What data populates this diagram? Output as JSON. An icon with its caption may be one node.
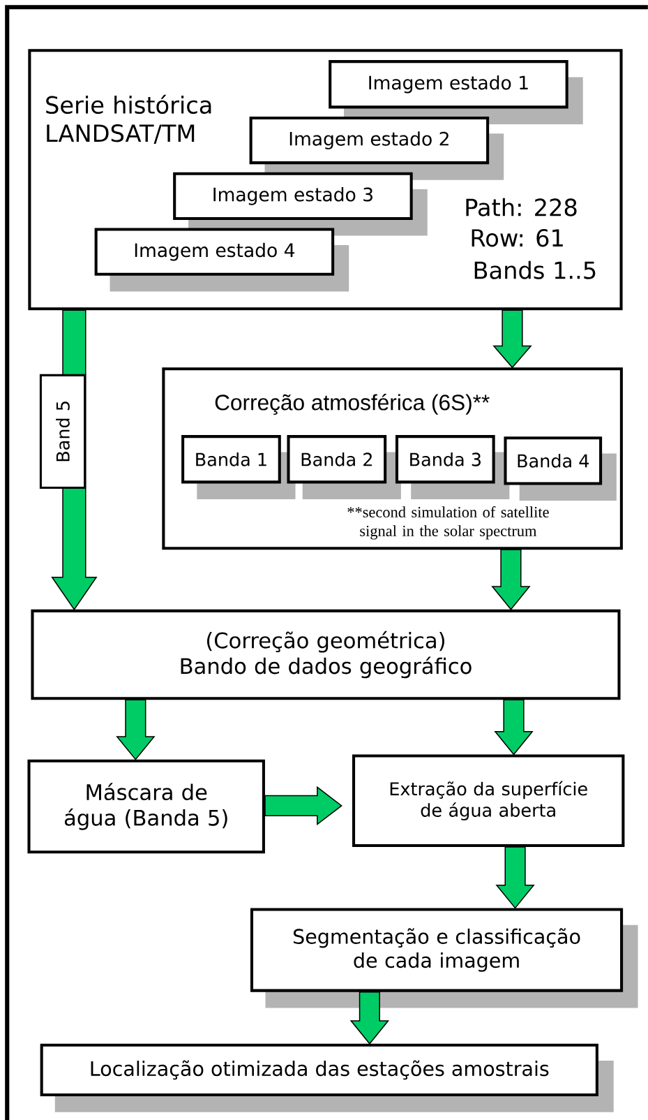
{
  "diagram": {
    "nodes": [
      {
        "text": [
          "Serie histórica LANDSAT/TM",
          "Path: 228",
          "Row:   61",
          "Bands 1..5"
        ]
      },
      {
        "text": [
          "Imagem estado 1"
        ],
        "in": 0
      },
      {
        "text": [
          "Imagem estado 2"
        ],
        "in": 0
      },
      {
        "text": [
          "Imagem estado 3"
        ],
        "in": 0
      },
      {
        "text": [
          "Imagem estado 4"
        ],
        "in": 0
      },
      {
        "text": [
          "Correção atmosférica (6S)**",
          "**second simulation of satellite signal in the solar spectrum"
        ]
      },
      {
        "text": [
          "Banda 1"
        ],
        "in": 5
      },
      {
        "text": [
          "Banda 2"
        ],
        "in": 5
      },
      {
        "text": [
          "Banda 3"
        ],
        "in": 5
      },
      {
        "text": [
          "Banda 4"
        ],
        "in": 5
      },
      {
        "text": [
          "(Correção geométrica) Bando de dados geográfico"
        ]
      },
      {
        "text": [
          "Máscara de água (Banda 5)"
        ]
      },
      {
        "text": [
          "Extração da superfície de água aberta"
        ]
      },
      {
        "text": [
          "Segmentação e classificação de cada imagem"
        ]
      },
      {
        "text": [
          "Localização otimizada das estações amostrais"
        ]
      }
    ],
    "edges": [
      {
        "from": 0,
        "to": 5,
        "arrow": "to"
      },
      {
        "from": 0,
        "to": 10,
        "arrow": "to",
        "label": "Band 5"
      },
      {
        "from": 5,
        "to": 10,
        "arrow": "to"
      },
      {
        "from": 10,
        "to": 11,
        "arrow": "to"
      },
      {
        "from": 10,
        "to": 12,
        "arrow": "to"
      },
      {
        "from": 11,
        "to": 12,
        "arrow": "to"
      },
      {
        "from": 12,
        "to": 13,
        "arrow": "to"
      },
      {
        "from": 13,
        "to": 14,
        "arrow": "to"
      }
    ]
  }
}
